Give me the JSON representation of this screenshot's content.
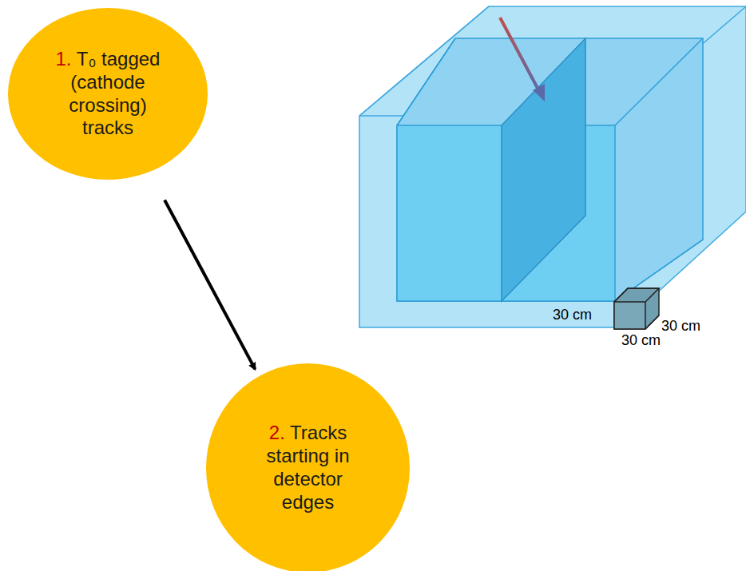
{
  "diagram": {
    "nodes": [
      {
        "text": [
          "1.",
          "T₀ tagged (cathode crossing) tracks"
        ]
      },
      {
        "text": [
          "2.",
          "Tracks starting in detector edges"
        ]
      }
    ],
    "edges": [
      {
        "from": 0,
        "to": 1,
        "arrow": "to"
      }
    ],
    "labels": [
      "30 cm",
      "30 cm",
      "30 cm"
    ]
  }
}
